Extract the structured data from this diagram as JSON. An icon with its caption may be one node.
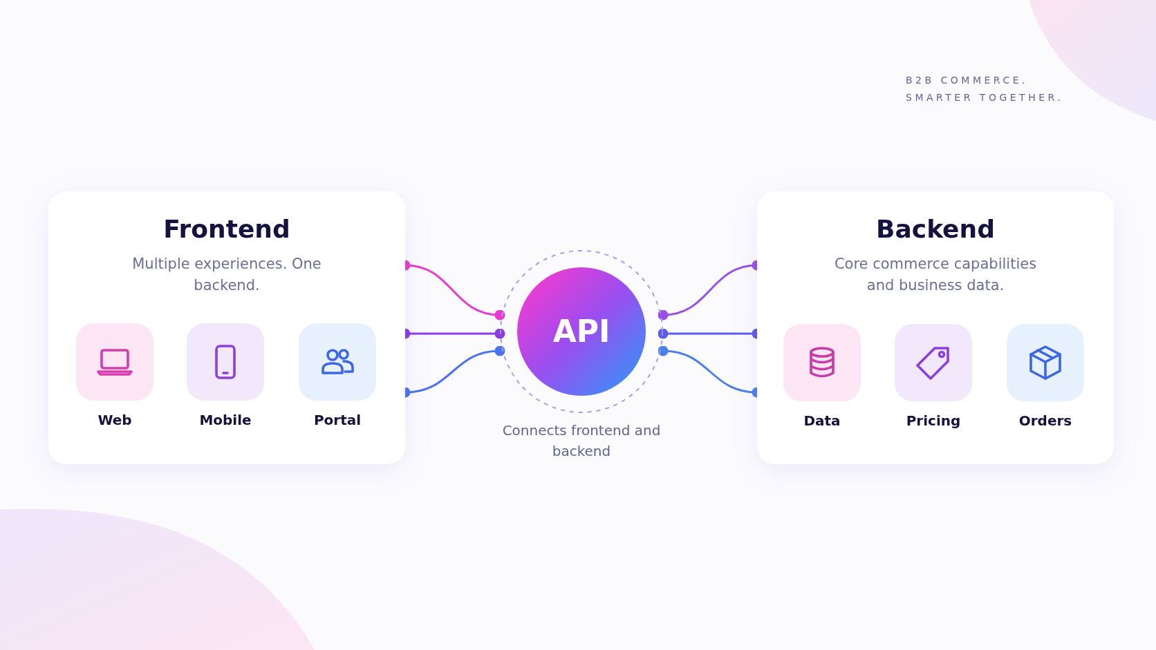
{
  "diagram": {
    "nodes": [
      {
        "text": [
          "Frontend",
          "Multiple experiences. One backend."
        ]
      },
      {
        "text": [
          "Web"
        ],
        "in": 0
      },
      {
        "text": [
          "Mobile"
        ],
        "in": 0
      },
      {
        "text": [
          "Portal"
        ],
        "in": 0
      },
      {
        "text": [
          "API"
        ],
        "beside": [
          "Connects frontend and backend"
        ]
      },
      {
        "text": [
          "Backend",
          "Core commerce capabilities and business data."
        ]
      },
      {
        "text": [
          "Data"
        ],
        "in": 5
      },
      {
        "text": [
          "Pricing"
        ],
        "in": 5
      },
      {
        "text": [
          "Orders"
        ],
        "in": 5
      }
    ],
    "edges": [
      {
        "from": 0,
        "to": 4,
        "arrow": "other",
        "color": "#e83ad0"
      },
      {
        "from": 0,
        "to": 4,
        "arrow": "other",
        "color": "#8a3ce6"
      },
      {
        "from": 0,
        "to": 4,
        "arrow": "other",
        "color": "#4a74f0"
      },
      {
        "from": 4,
        "to": 5,
        "arrow": "other",
        "color": "#9b4ee6"
      },
      {
        "from": 4,
        "to": 5,
        "arrow": "other",
        "color": "#5a5cec"
      },
      {
        "from": 4,
        "to": 5,
        "arrow": "other",
        "color": "#4a7ff0"
      }
    ],
    "labels": [
      "B2B COMMERCE. SMARTER TOGETHER."
    ]
  }
}
